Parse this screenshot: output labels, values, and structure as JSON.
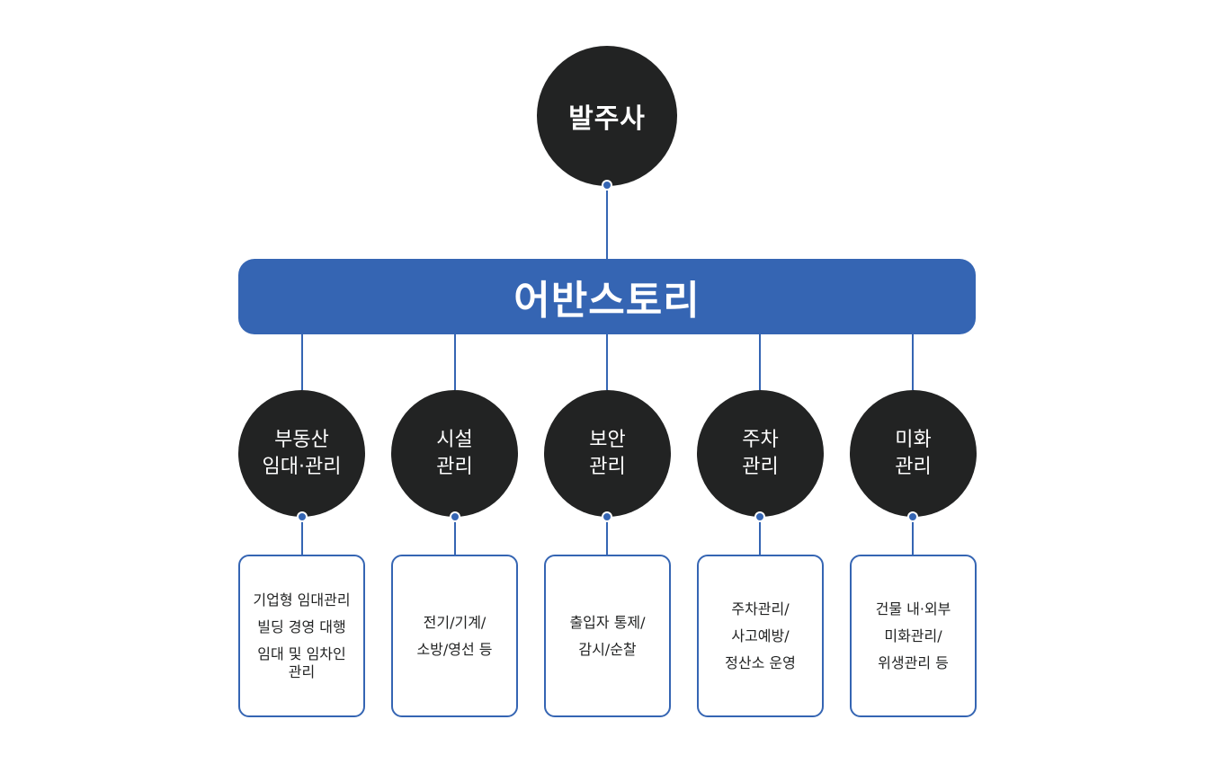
{
  "top": {
    "label": "발주사"
  },
  "main": {
    "label": "어반스토리"
  },
  "categories": [
    {
      "lines": [
        "부동산",
        "임대·관리"
      ],
      "details": [
        "기업형 임대관리",
        "빌딩 경영 대행",
        "임대 및 임차인",
        "관리"
      ]
    },
    {
      "lines": [
        "시설",
        "관리"
      ],
      "details": [
        "전기/기계/",
        "소방/영선 등"
      ]
    },
    {
      "lines": [
        "보안",
        "관리"
      ],
      "details": [
        "출입자 통제/",
        "감시/순찰"
      ]
    },
    {
      "lines": [
        "주차",
        "관리"
      ],
      "details": [
        "주차관리/",
        "사고예방/",
        "정산소 운영"
      ]
    },
    {
      "lines": [
        "미화",
        "관리"
      ],
      "details": [
        "건물 내·외부",
        "미화관리/",
        "위생관리 등"
      ]
    }
  ],
  "colors": {
    "node_dark": "#222323",
    "accent_blue": "#3565b3",
    "text_white": "#ffffff"
  }
}
